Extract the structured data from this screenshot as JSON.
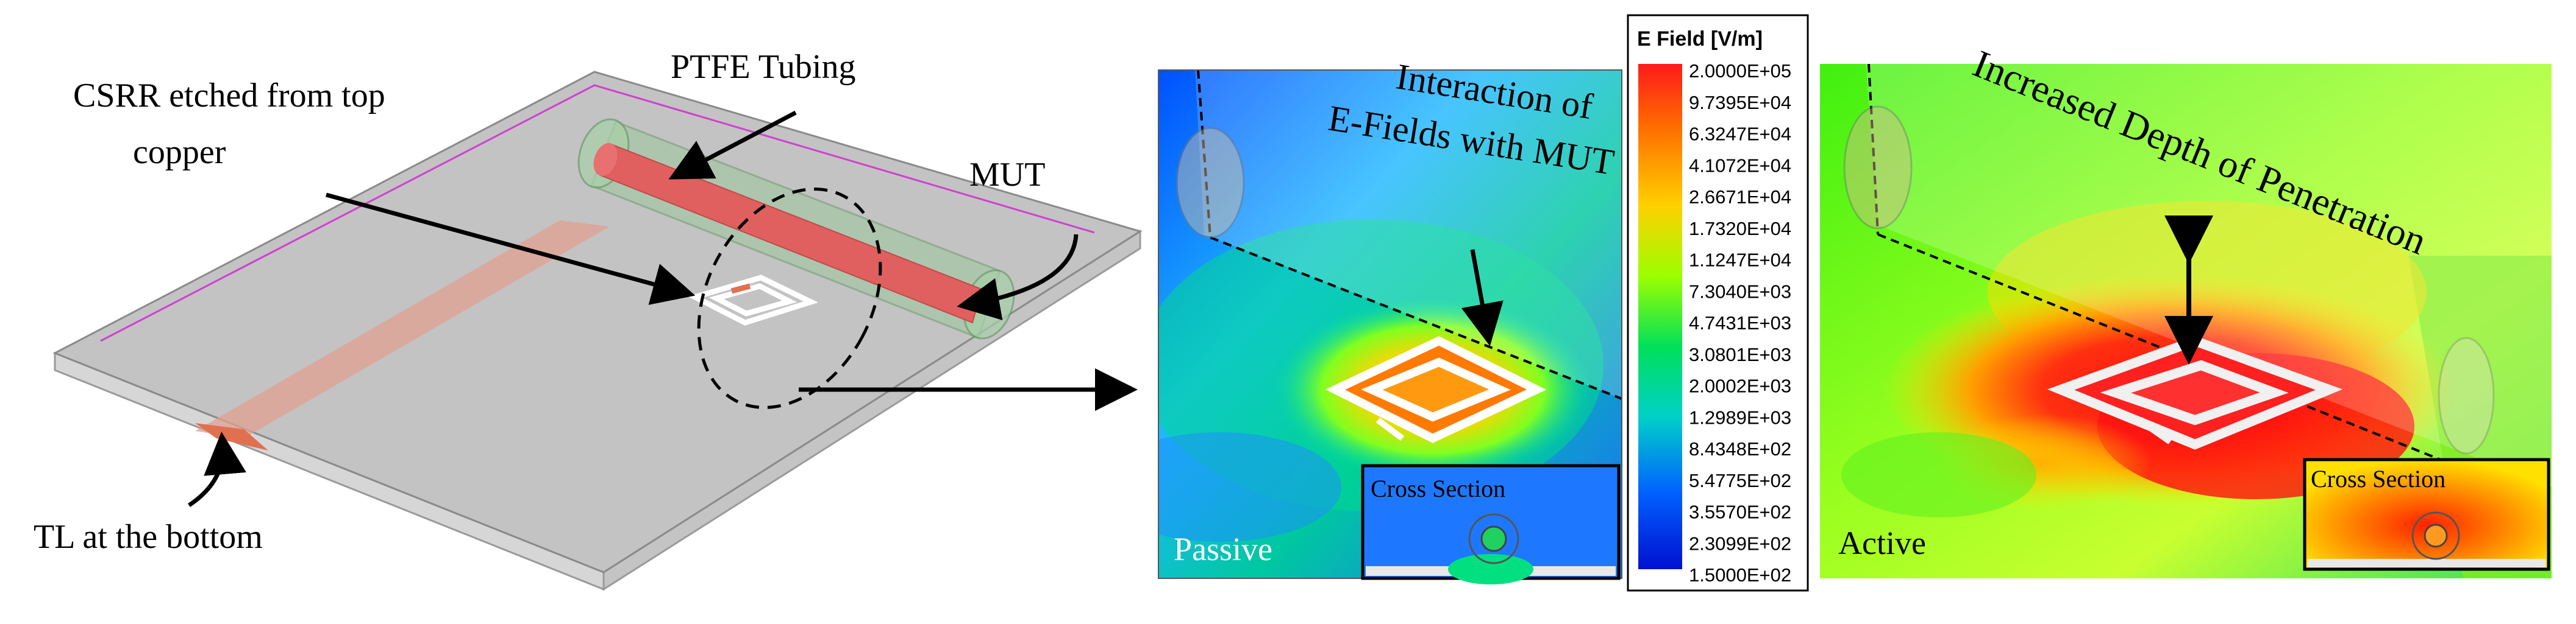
{
  "left_panel": {
    "labels": {
      "csrr_line1": "CSRR etched from top",
      "csrr_line2": "copper",
      "ptfe": "PTFE Tubing",
      "mut": "MUT",
      "tl": "TL at the bottom"
    }
  },
  "passive_panel": {
    "annotation_line1": "Interaction of",
    "annotation_line2": "E-Fields with MUT",
    "mode_label": "Passive",
    "inset_title": "Cross Section"
  },
  "legend": {
    "title": "E Field [V/m]",
    "ticks": [
      "2.0000E+05",
      "9.7395E+04",
      "6.3247E+04",
      "4.1072E+04",
      "2.6671E+04",
      "1.7320E+04",
      "1.1247E+04",
      "7.3040E+03",
      "4.7431E+03",
      "3.0801E+03",
      "2.0002E+03",
      "1.2989E+03",
      "8.4348E+02",
      "5.4775E+02",
      "3.5570E+02",
      "2.3099E+02",
      "1.5000E+02"
    ],
    "colors": [
      "#ff1a1a",
      "#ff6a00",
      "#ffd000",
      "#9cff00",
      "#00e05a",
      "#00d0c8",
      "#0060ff",
      "#0010d0"
    ]
  },
  "active_panel": {
    "annotation": "Increased Depth of Penetration",
    "mode_label": "Active",
    "inset_title": "Cross Section"
  }
}
